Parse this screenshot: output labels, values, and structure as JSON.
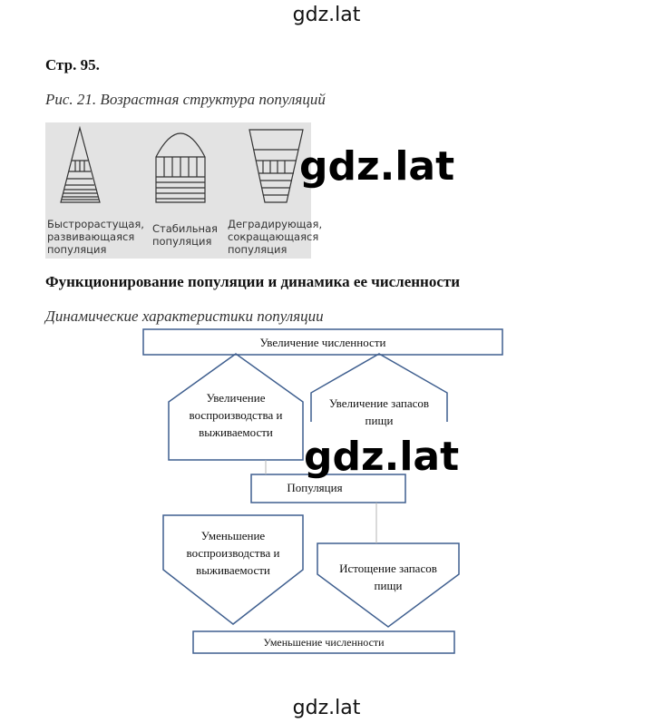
{
  "watermark": {
    "top": "gdz.lat",
    "mid1": "gdz.lat",
    "mid2": "gdz.lat",
    "bottom": "gdz.lat"
  },
  "page_ref": "Стр. 95.",
  "figure": {
    "caption": "Рис. 21. Возрастная структура популяций",
    "labels": {
      "growing": "Быстрорастущая,\nразвивающаяся\nпопуляция",
      "stable": "Стабильная\nпопуляция",
      "declining": "Деградирующая,\nсокращающаяся\nпопуляция"
    }
  },
  "section_heading": "Функционирование популяции и динамика ее численности",
  "subheading": "Динамические характеристики популяции",
  "diagram": {
    "increase_top": "Увеличение численности",
    "increase_repro": "Увеличение\nвоспроизводства и\nвыживаемости",
    "increase_food": "Увеличение запасов\nпищи",
    "population": "Популяция",
    "decrease_repro": "Уменьшение\nвоспроизводства и\nвыживаемости",
    "depletion_food": "Истощение запасов\nпищи",
    "decrease_bottom": "Уменьшение численности"
  },
  "colors": {
    "diagram_stroke": "#3f5f8f",
    "figure_bg": "#e3e3e3"
  }
}
